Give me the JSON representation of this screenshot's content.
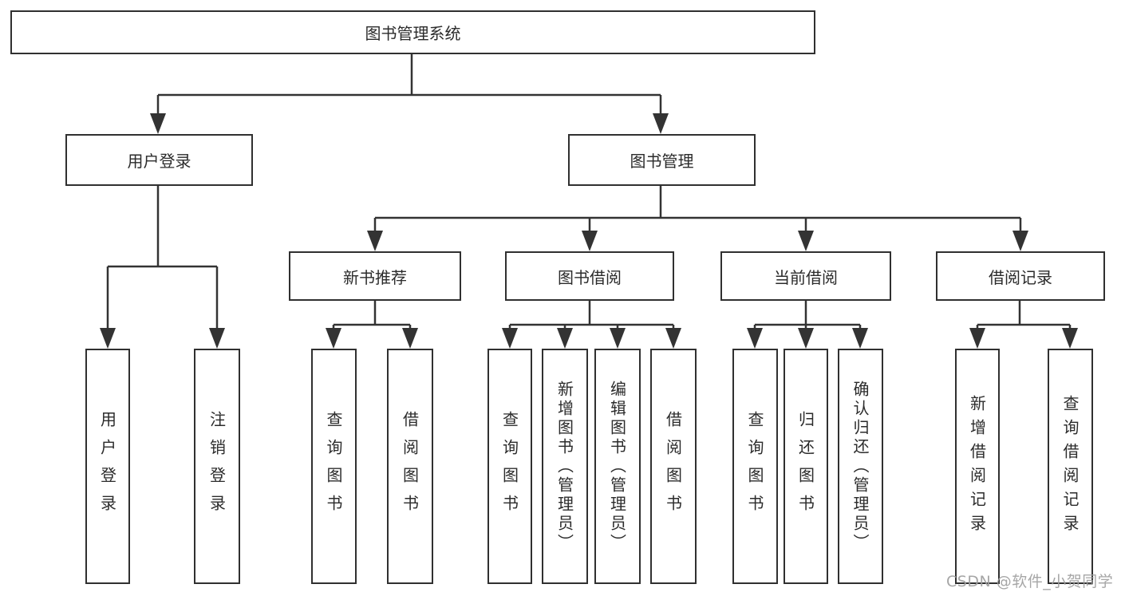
{
  "diagram": {
    "root": {
      "label": "图书管理系统"
    },
    "level2": {
      "user_login": {
        "label": "用户登录"
      },
      "book_mgmt": {
        "label": "图书管理"
      }
    },
    "level3": {
      "new_book_rec": {
        "label": "新书推荐"
      },
      "book_borrow": {
        "label": "图书借阅"
      },
      "current_borrow": {
        "label": "当前借阅"
      },
      "borrow_records": {
        "label": "借阅记录"
      }
    },
    "leaves": {
      "user_login": {
        "login": "用户登录",
        "logout": "注销登录"
      },
      "new_book_rec": {
        "query": "查询图书",
        "borrow": "借阅图书"
      },
      "book_borrow": {
        "query": "查询图书",
        "add": "新增图书（管理员）",
        "edit": "编辑图书（管理员）",
        "borrow": "借阅图书"
      },
      "current_borrow": {
        "query": "查询图书",
        "return": "归还图书",
        "confirm": "确认归还（管理员）"
      },
      "borrow_records": {
        "add": "新增借阅记录",
        "query": "查询借阅记录"
      }
    },
    "watermark": "CSDN @软件_小贺同学",
    "colors": {
      "line": "#333333",
      "node_border": "#303030",
      "text": "#2b2b2b",
      "node_fill": "#ffffff",
      "background": "#ffffff",
      "watermark": "#9f9f9f"
    }
  }
}
